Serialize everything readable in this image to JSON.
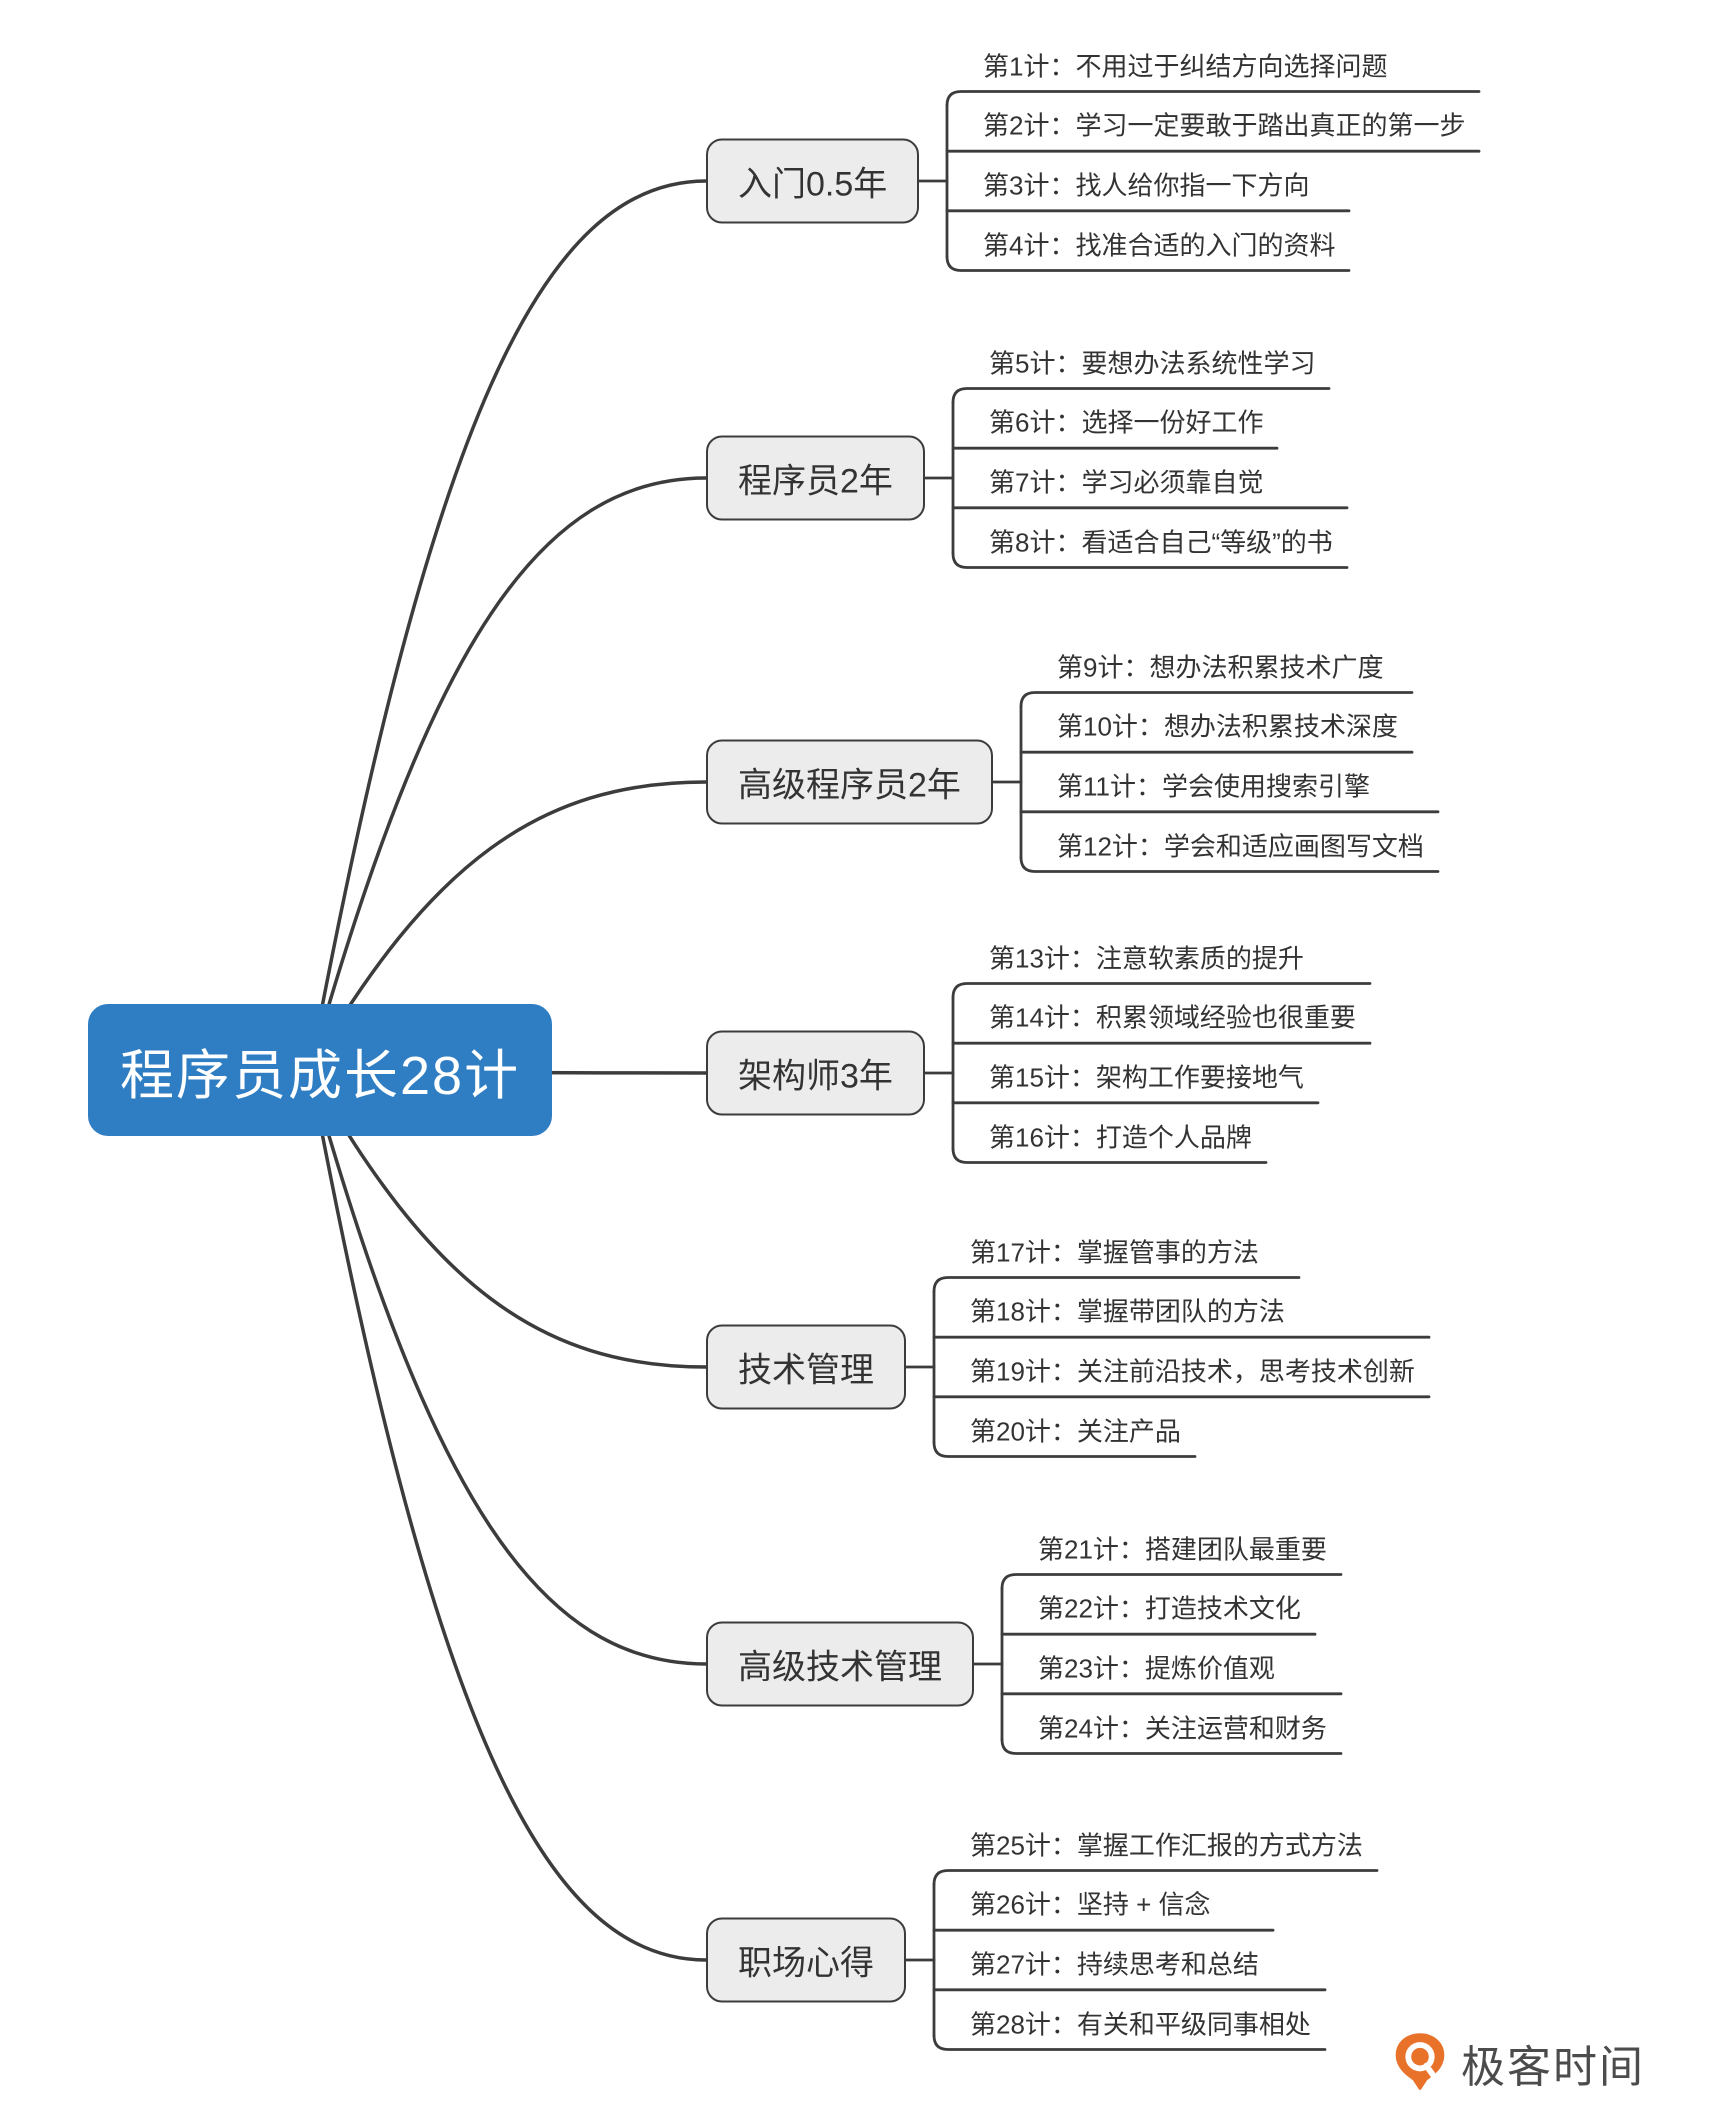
{
  "root": {
    "label": "程序员成长28计",
    "color": "#2F7EC3",
    "text_color": "#FFFFFF"
  },
  "groups": [
    {
      "label": "入门0.5年",
      "items": [
        "第1计：不用过于纠结方向选择问题",
        "第2计：学习一定要敢于踏出真正的第一步",
        "第3计：找人给你指一下方向",
        "第4计：找准合适的入门的资料"
      ]
    },
    {
      "label": "程序员2年",
      "items": [
        "第5计：要想办法系统性学习",
        "第6计：选择一份好工作",
        "第7计：学习必须靠自觉",
        "第8计：看适合自己“等级”的书"
      ]
    },
    {
      "label": "高级程序员2年",
      "items": [
        "第9计：想办法积累技术广度",
        "第10计：想办法积累技术深度",
        "第11计：学会使用搜索引擎",
        "第12计：学会和适应画图写文档"
      ]
    },
    {
      "label": "架构师3年",
      "items": [
        "第13计：注意软素质的提升",
        "第14计：积累领域经验也很重要",
        "第15计：架构工作要接地气",
        "第16计：打造个人品牌"
      ]
    },
    {
      "label": "技术管理",
      "items": [
        "第17计：掌握管事的方法",
        "第18计：掌握带团队的方法",
        "第19计：关注前沿技术，思考技术创新",
        "第20计：关注产品"
      ]
    },
    {
      "label": "高级技术管理",
      "items": [
        "第21计：搭建团队最重要",
        "第22计：打造技术文化",
        "第23计：提炼价值观",
        "第24计：关注运营和财务"
      ]
    },
    {
      "label": "职场心得",
      "items": [
        "第25计：掌握工作汇报的方式方法",
        "第26计：坚持 + 信念",
        "第27计：持续思考和总结",
        "第28计：有关和平级同事相处"
      ]
    }
  ],
  "logo": {
    "text": "极客时间",
    "icon": "geek-time-pin-icon",
    "color": "#E8722A",
    "text_color": "#4C4C4C"
  },
  "colors": {
    "node_fill": "#ECECEC",
    "node_border": "#3C3C3C",
    "line": "#3C3C3C",
    "leaf_text": "#333333",
    "background": "#FFFFFF"
  }
}
